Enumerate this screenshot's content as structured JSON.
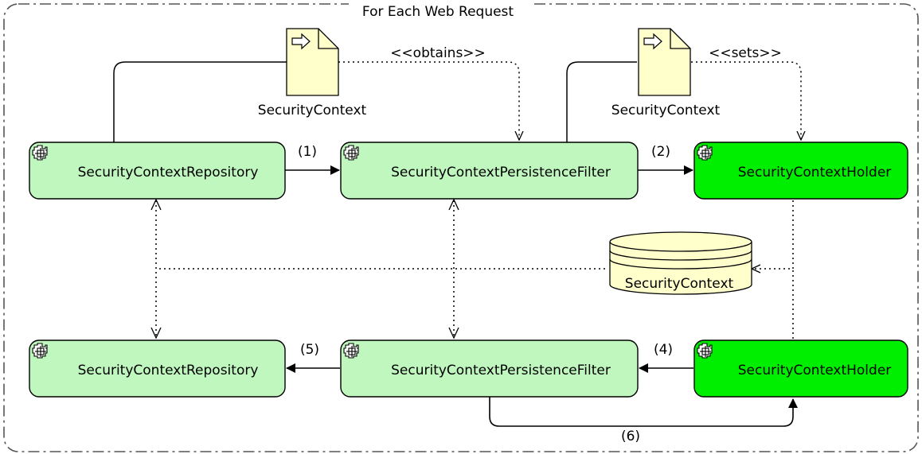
{
  "frame": {
    "title": "For Each Web Request"
  },
  "nodes": {
    "repo_top": "SecurityContextRepository",
    "filter_top": "SecurityContextPersistenceFilter",
    "holder_top": "SecurityContextHolder",
    "repo_bottom": "SecurityContextRepository",
    "filter_bottom": "SecurityContextPersistenceFilter",
    "holder_bottom": "SecurityContextHolder"
  },
  "documents": {
    "doc_left": "SecurityContext",
    "doc_right": "SecurityContext"
  },
  "store": {
    "label": "SecurityContext"
  },
  "edges": {
    "step1": "(1)",
    "step2": "(2)",
    "step4": "(4)",
    "step5": "(5)",
    "step6": "(6)",
    "obtains": "<<obtains>>",
    "sets": "<<sets>>"
  },
  "colors": {
    "component_fill": "#bff7bf",
    "holder_fill": "#00ee00",
    "note_fill": "#ffffcc",
    "line": "#000000"
  }
}
